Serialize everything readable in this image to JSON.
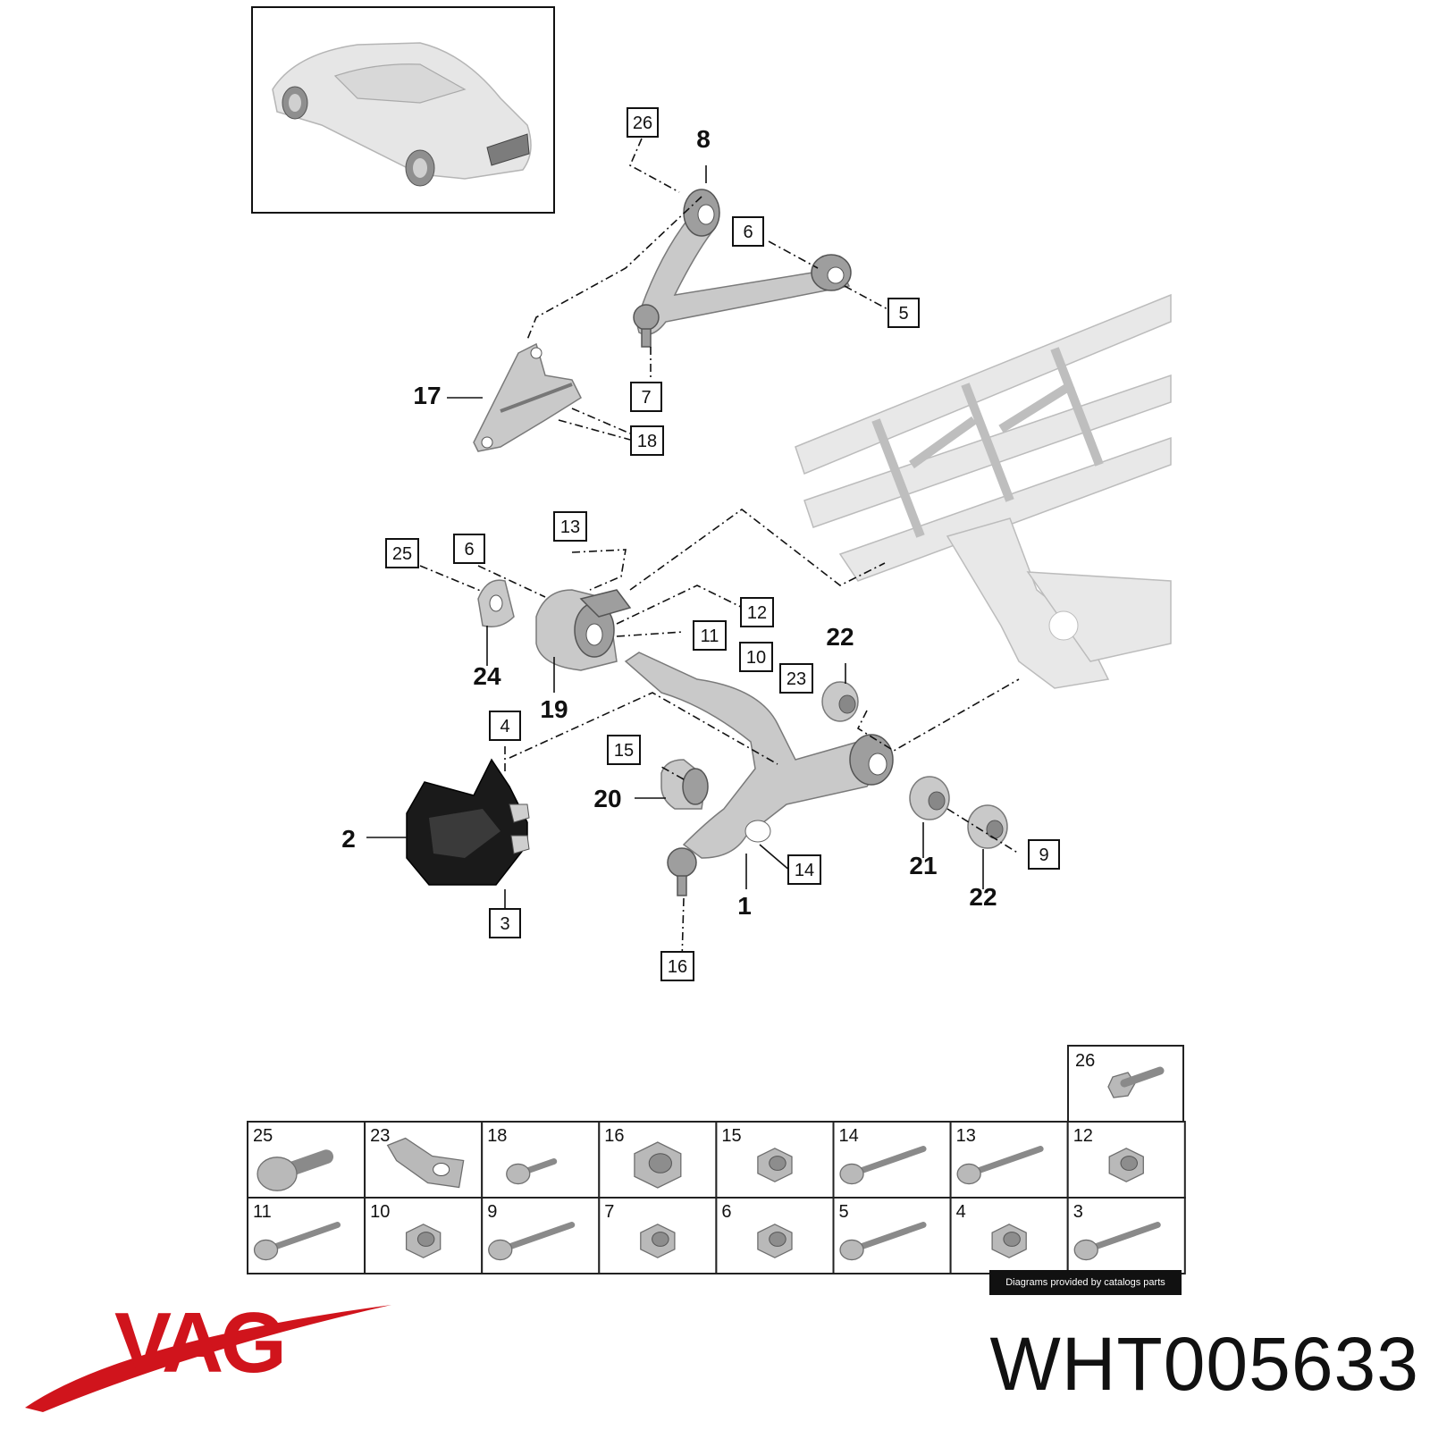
{
  "diagram": {
    "callouts_boxed": [
      "26",
      "6",
      "5",
      "7",
      "18",
      "13",
      "25",
      "6",
      "12",
      "11",
      "10",
      "23",
      "4",
      "15",
      "14",
      "9",
      "3",
      "16"
    ],
    "callouts_bold": [
      "8",
      "17",
      "22",
      "24",
      "19",
      "20",
      "21",
      "22",
      "2",
      "1"
    ]
  },
  "parts_grid": {
    "top_cell": "26",
    "row1": [
      "25",
      "23",
      "18",
      "16",
      "15",
      "14",
      "13",
      "12"
    ],
    "row2": [
      "11",
      "10",
      "9",
      "7",
      "6",
      "5",
      "4",
      "3"
    ]
  },
  "credit": "Diagrams provided by catalogs parts",
  "brand": {
    "name": "VAG",
    "logo_color": "#d0141c"
  },
  "part_number": "WHT005633"
}
